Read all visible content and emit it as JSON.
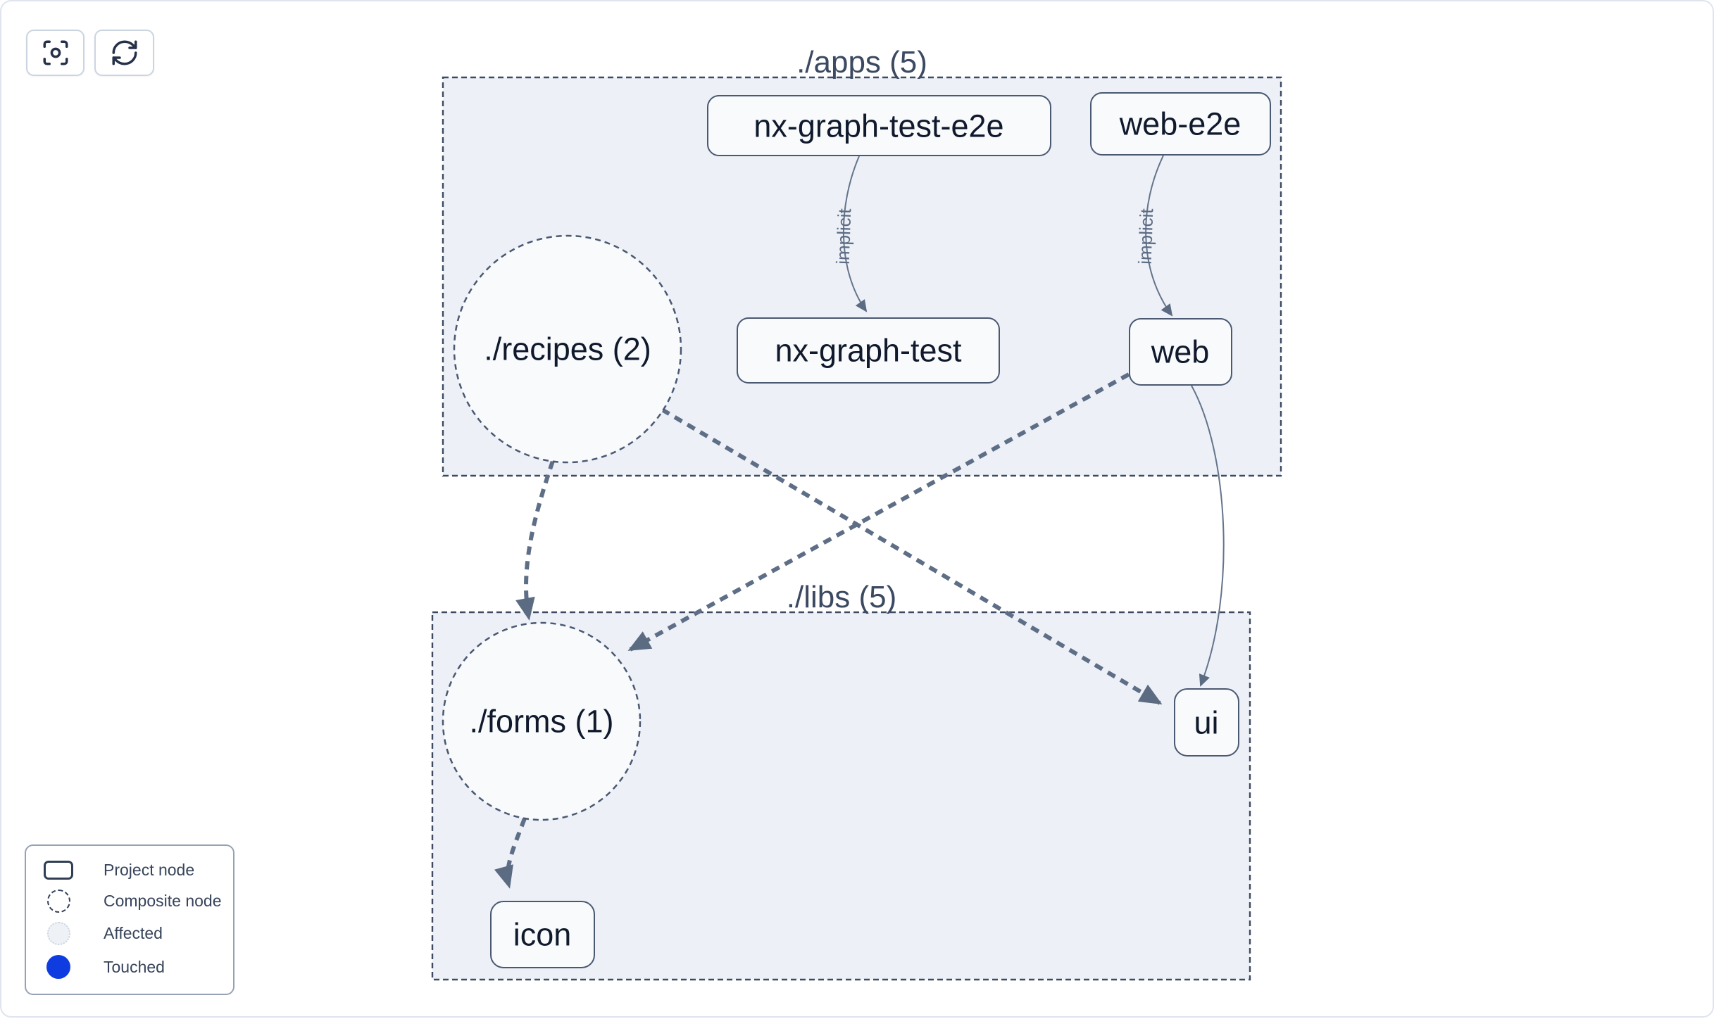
{
  "toolbar": {
    "buttons": [
      {
        "id": "focus",
        "icon": "focus-icon"
      },
      {
        "id": "refresh",
        "icon": "refresh-icon"
      }
    ]
  },
  "graph": {
    "groups": [
      {
        "id": "apps",
        "label": "./apps (5)"
      },
      {
        "id": "libs",
        "label": "./libs (5)"
      }
    ],
    "nodes": [
      {
        "id": "nx-graph-test-e2e",
        "label": "nx-graph-test-e2e",
        "type": "project",
        "group": "apps"
      },
      {
        "id": "web-e2e",
        "label": "web-e2e",
        "type": "project",
        "group": "apps"
      },
      {
        "id": "recipes",
        "label": "./recipes (2)",
        "type": "composite",
        "group": "apps"
      },
      {
        "id": "nx-graph-test",
        "label": "nx-graph-test",
        "type": "project",
        "group": "apps"
      },
      {
        "id": "web",
        "label": "web",
        "type": "project",
        "group": "apps"
      },
      {
        "id": "forms",
        "label": "./forms (1)",
        "type": "composite",
        "group": "libs"
      },
      {
        "id": "ui",
        "label": "ui",
        "type": "project",
        "group": "libs"
      },
      {
        "id": "icon",
        "label": "icon",
        "type": "project",
        "group": "libs"
      }
    ],
    "edges": [
      {
        "from": "nx-graph-test-e2e",
        "to": "nx-graph-test",
        "label": "implicit",
        "style": "solid"
      },
      {
        "from": "web-e2e",
        "to": "web",
        "label": "implicit",
        "style": "solid"
      },
      {
        "from": "recipes",
        "to": "forms",
        "label": "",
        "style": "dashed"
      },
      {
        "from": "recipes",
        "to": "ui",
        "label": "",
        "style": "dashed"
      },
      {
        "from": "web",
        "to": "forms",
        "label": "",
        "style": "dashed"
      },
      {
        "from": "web",
        "to": "ui",
        "label": "",
        "style": "solid"
      },
      {
        "from": "forms",
        "to": "icon",
        "label": "",
        "style": "dashed"
      }
    ]
  },
  "legend": {
    "items": [
      {
        "swatch": "project-node",
        "label": "Project node"
      },
      {
        "swatch": "composite-node",
        "label": "Composite node"
      },
      {
        "swatch": "affected",
        "label": "Affected"
      },
      {
        "swatch": "touched",
        "label": "Touched"
      }
    ]
  },
  "colors": {
    "canvas_background": "#ffffff",
    "group_fill": "#edf1f7",
    "group_border": "#3d4a61",
    "node_fill": "#f8fafc",
    "node_border": "#4a5871",
    "node_text": "#101a2c",
    "edge": "#5e6e86",
    "edge_label": "#5d6c84",
    "touched_blue": "#0f3ce0",
    "affected_fill": "#eef2f6",
    "button_border": "#cbd5e1",
    "legend_border": "#96a2b4"
  }
}
